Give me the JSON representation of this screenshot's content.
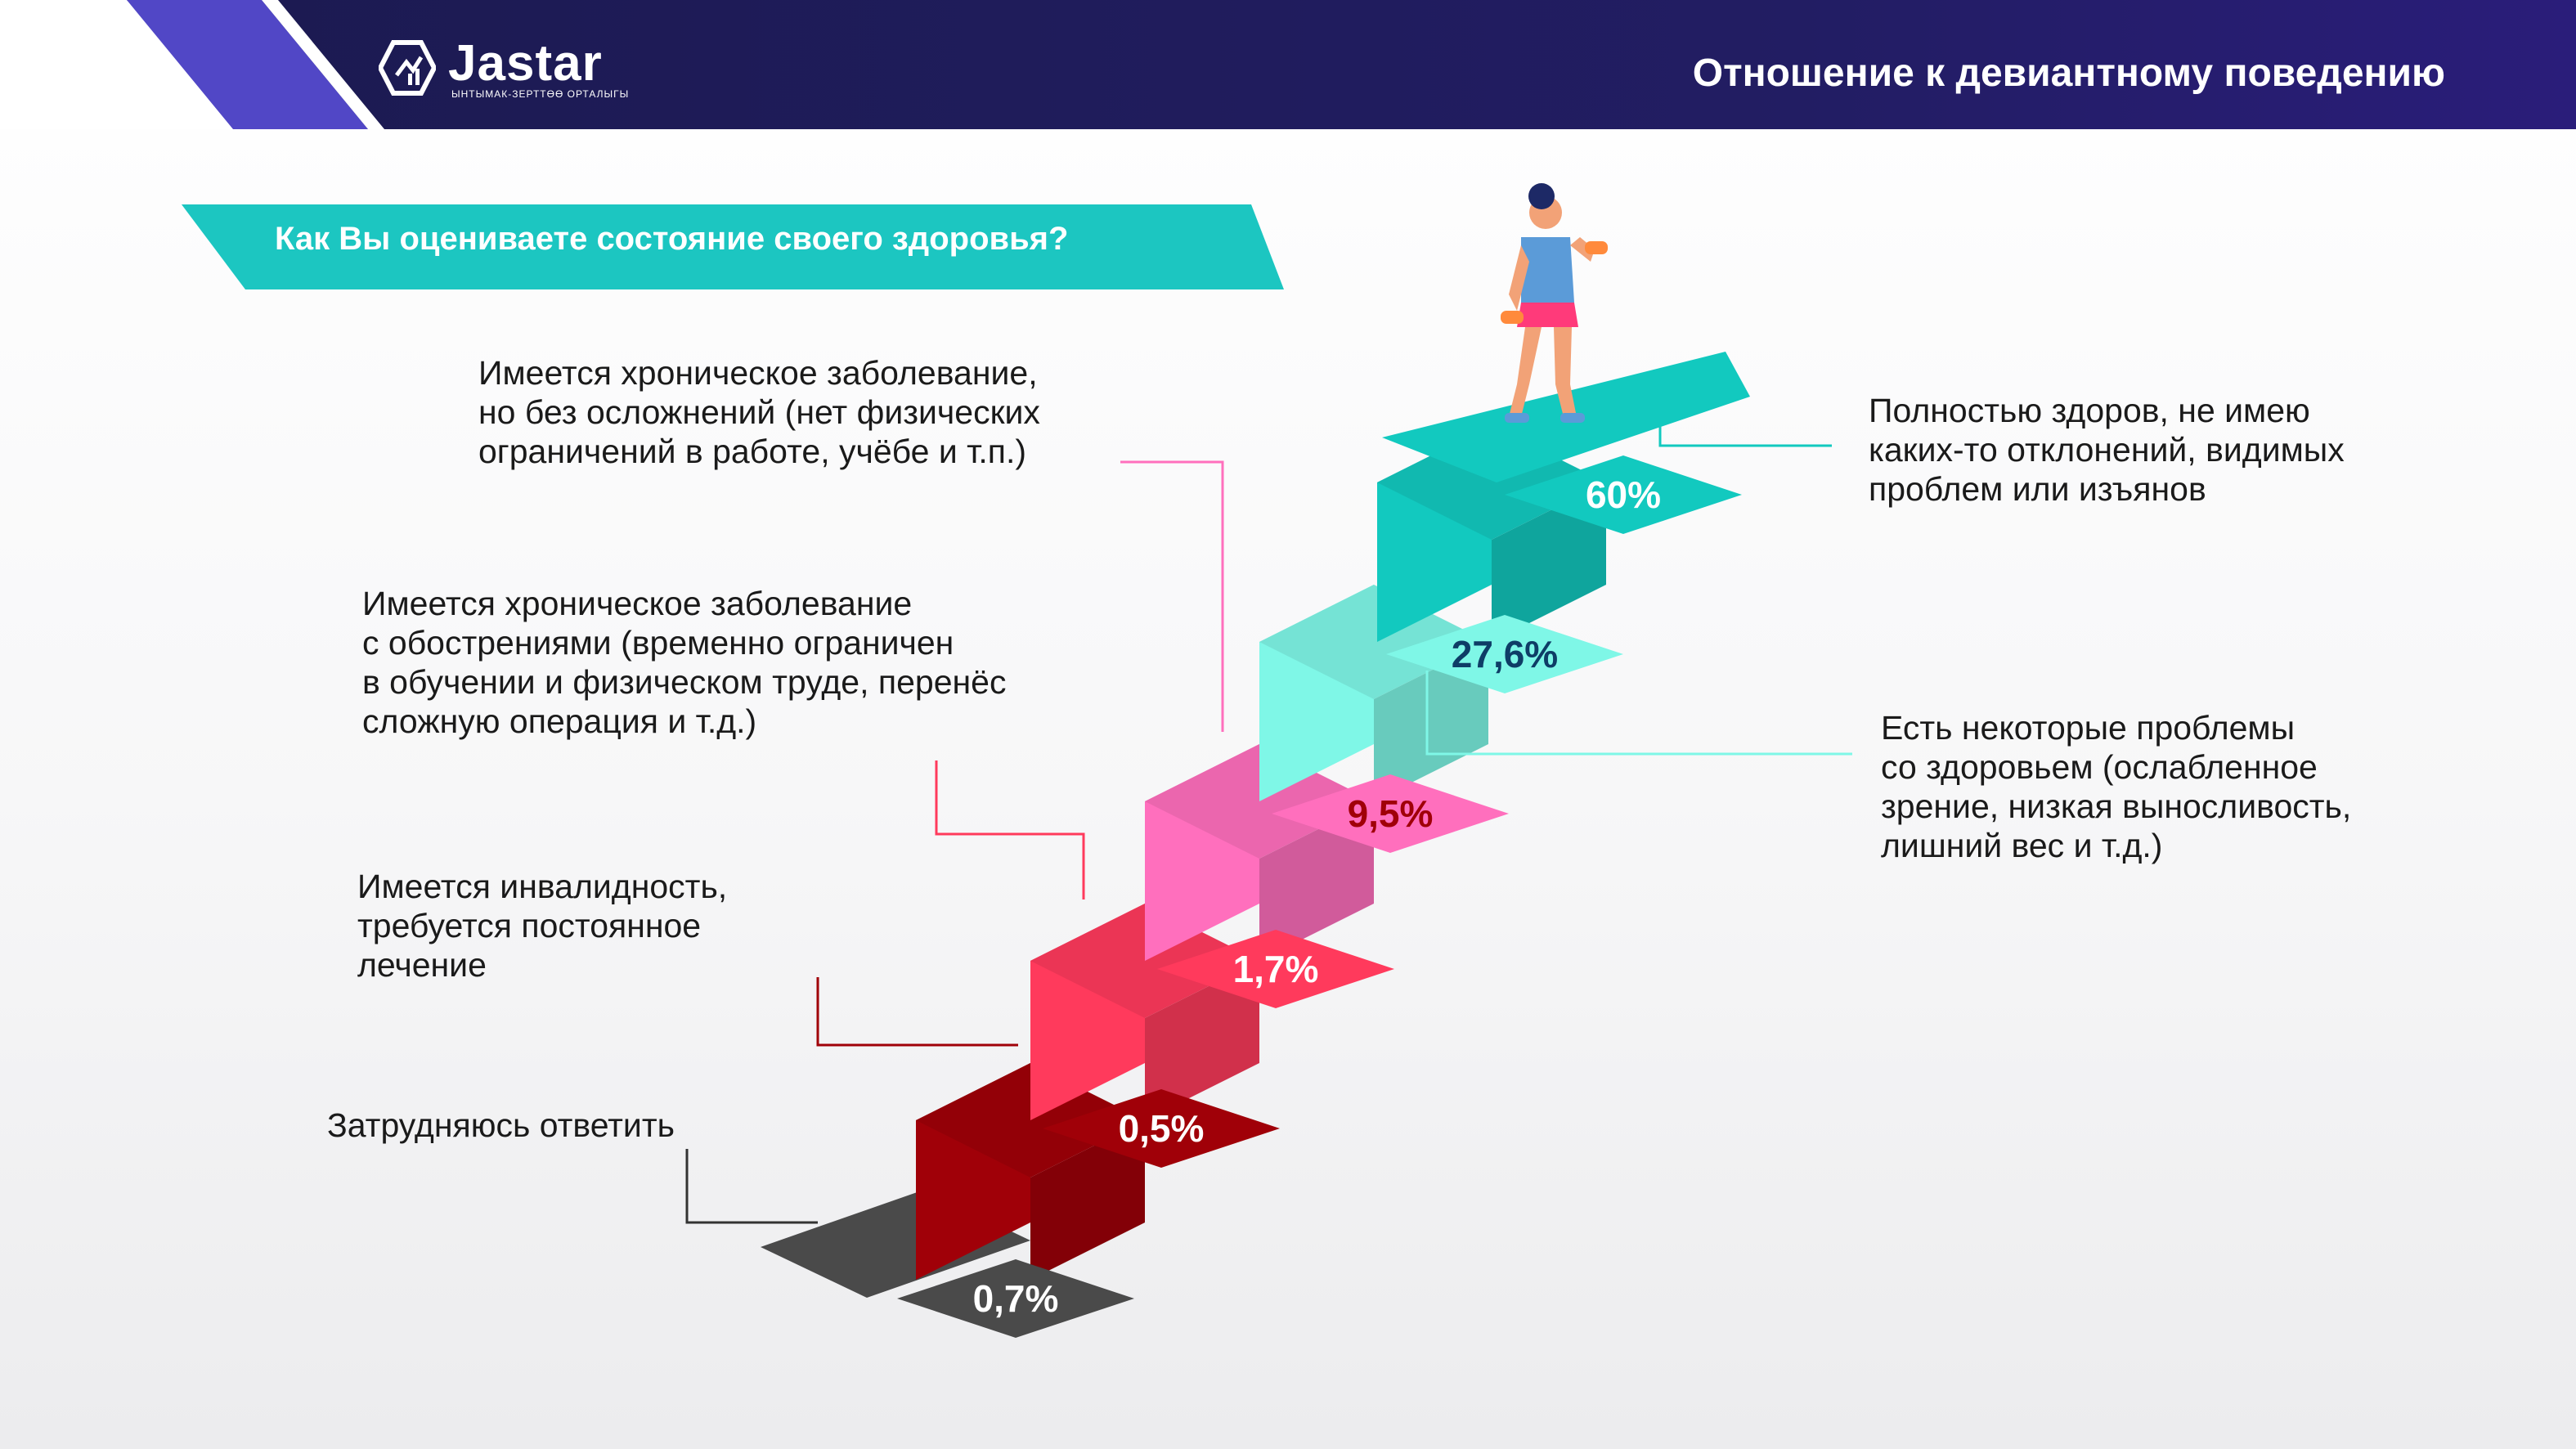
{
  "header": {
    "brand": "Jastar",
    "brand_tagline": "ЫНТЫМАК-ЗЕРТТӨӨ ОРТАЛЫГЫ",
    "title": "Отношение к девиантному поведению"
  },
  "icons": {
    "brand_logo": "hexagon-chart-logo",
    "figure": "woman-with-dumbbells"
  },
  "colors": {
    "header_bg": "#1e1b5e",
    "question_bg": "#1cc6c1",
    "step_0": "#4a4a4a",
    "step_1": "#a00008",
    "step_2": "#ff3a5c",
    "step_3": "#ff6fbd",
    "step_4": "#7ff7e7",
    "step_5": "#12c9bf"
  },
  "chart_data": {
    "type": "bar",
    "title": "Как Вы оцениваете состояние своего здоровья?",
    "categories": [
      "Затрудняюсь ответить",
      "Имеется инвалидность, требуется постоянное лечение",
      "Имеется хроническое заболевание с обострениями (временно ограничен в обучении и физическом труде, перенёс сложную операция и т.д.)",
      "Имеется хроническое заболевание, но без осложнений (нет физических ограничений в работе, учёбе и т.п.)",
      "Есть некоторые проблемы со здоровьем (ослабленное зрение, низкая выносливость, лишний вес и т.д.)",
      "Полностью здоров, не имею каких-то отклонений, видимых проблем или изъянов"
    ],
    "values": [
      0.7,
      0.5,
      1.7,
      9.5,
      27.6,
      60
    ],
    "value_labels": [
      "0,7%",
      "0,5%",
      "1,7%",
      "9,5%",
      "27,6%",
      "60%"
    ]
  },
  "labels": {
    "l0": "Затрудняюсь ответить",
    "l1": "Имеется инвалидность,\nтребуется постоянное\nлечение",
    "l2": "Имеется хроническое заболевание\nс обострениями (временно ограничен\nв обучении и физическом труде, перенёс\nсложную операция и т.д.)",
    "l3": "Имеется хроническое заболевание,\nно без осложнений (нет физических\nограничений в работе, учёбе и т.п.)",
    "l4": "Есть некоторые проблемы\nсо здоровьем (ослабленное\nзрение, низкая выносливость,\nлишний вес и т.д.)",
    "l5": "Полностью здоров, не имею\nкаких-то отклонений, видимых\nпроблем или изъянов"
  }
}
